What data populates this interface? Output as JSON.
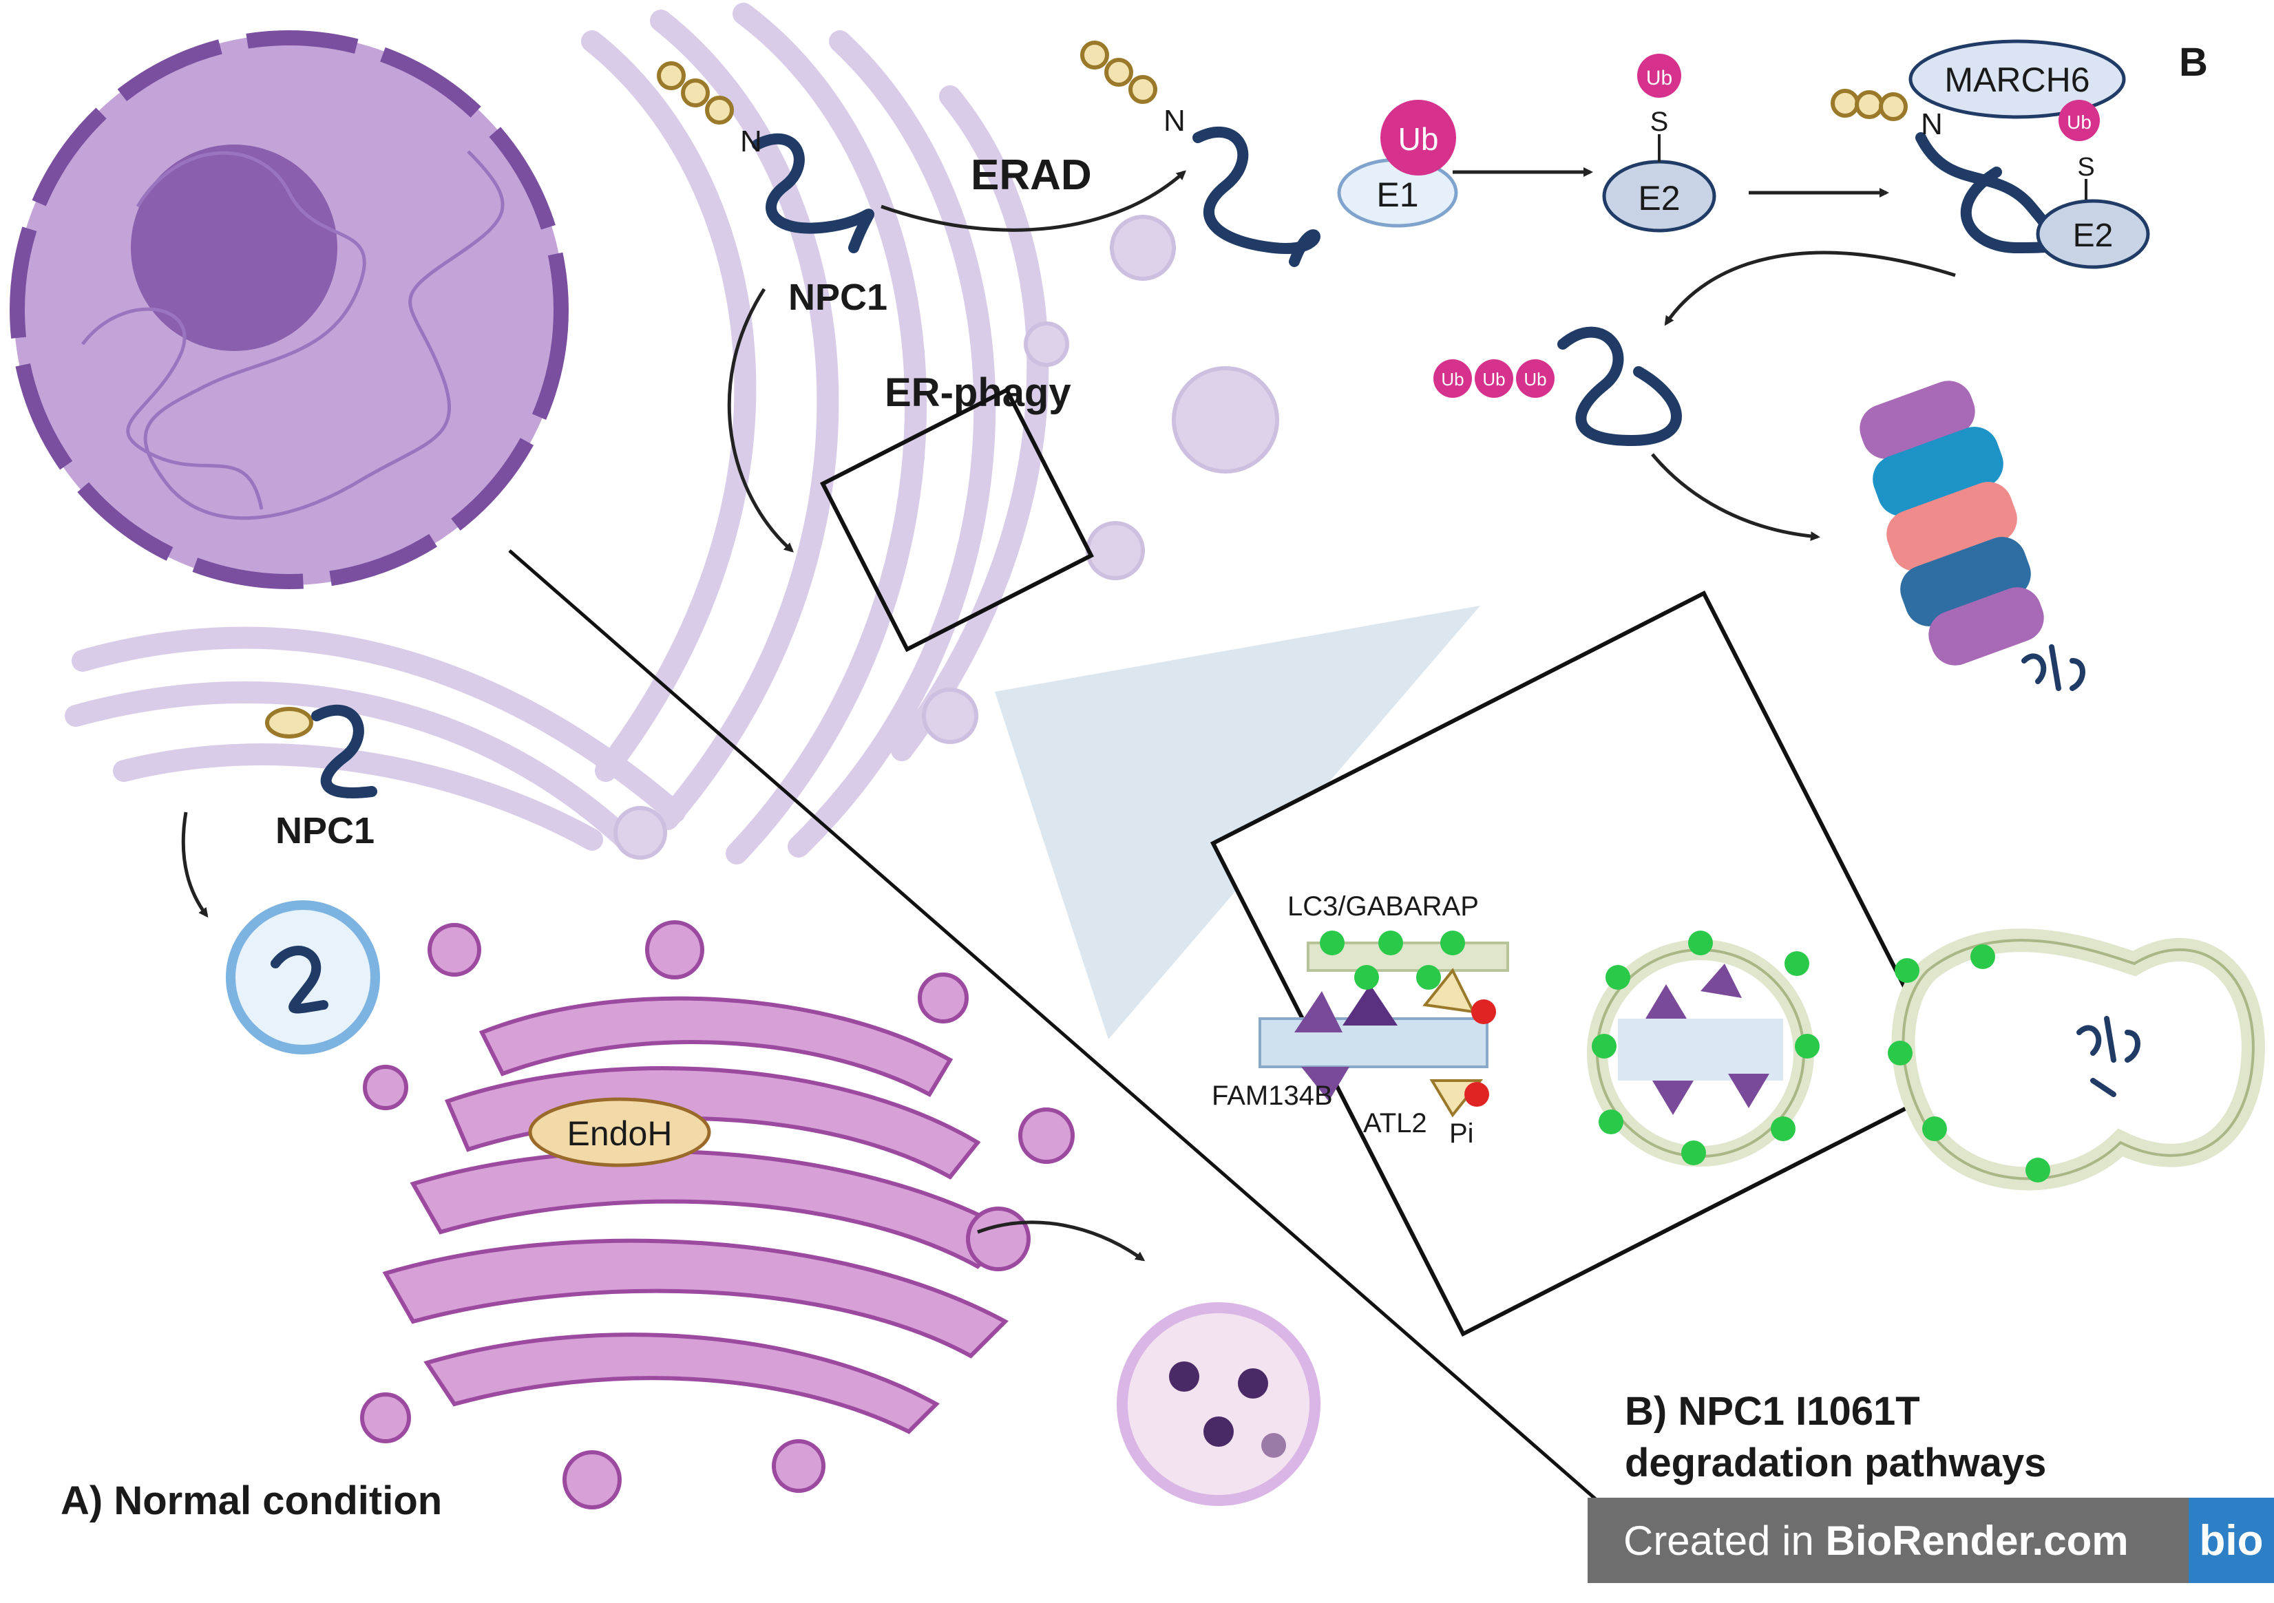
{
  "panel_b_letter": "B",
  "pathway": {
    "erad": "ERAD",
    "er_phagy": "ER-phagy",
    "npc1_top": "NPC1",
    "npc1_left": "NPC1",
    "n_terminus": "N"
  },
  "ubiquitination": {
    "ub": "Ub",
    "e1": "E1",
    "e2": "E2",
    "s": "S",
    "march6": "MARCH6"
  },
  "er_phagy_detail": {
    "lc3": "LC3/GABARAP",
    "fam134b": "FAM134B",
    "atl2": "ATL2",
    "pi": "Pi"
  },
  "golgi": {
    "endoh": "EndoH"
  },
  "captions": {
    "normal": "A) Normal condition",
    "b_line1": "B) NPC1 I1061T",
    "b_line2": "degradation pathways"
  },
  "credit": {
    "prefix": "Created in ",
    "brand": "BioRender.com",
    "logo": "bio"
  },
  "colors": {
    "nucleus": "#c4a4d8",
    "nucleus_border": "#7a4fa0",
    "er": "#dcd0ea",
    "golgi": "#d7a0d6",
    "golgi_border": "#9c4aa0",
    "protein": "#1f3b66",
    "ubiquitin": "#d6318c",
    "autophagosome": "#dfe6cc",
    "lc3": "#2bc94a"
  }
}
